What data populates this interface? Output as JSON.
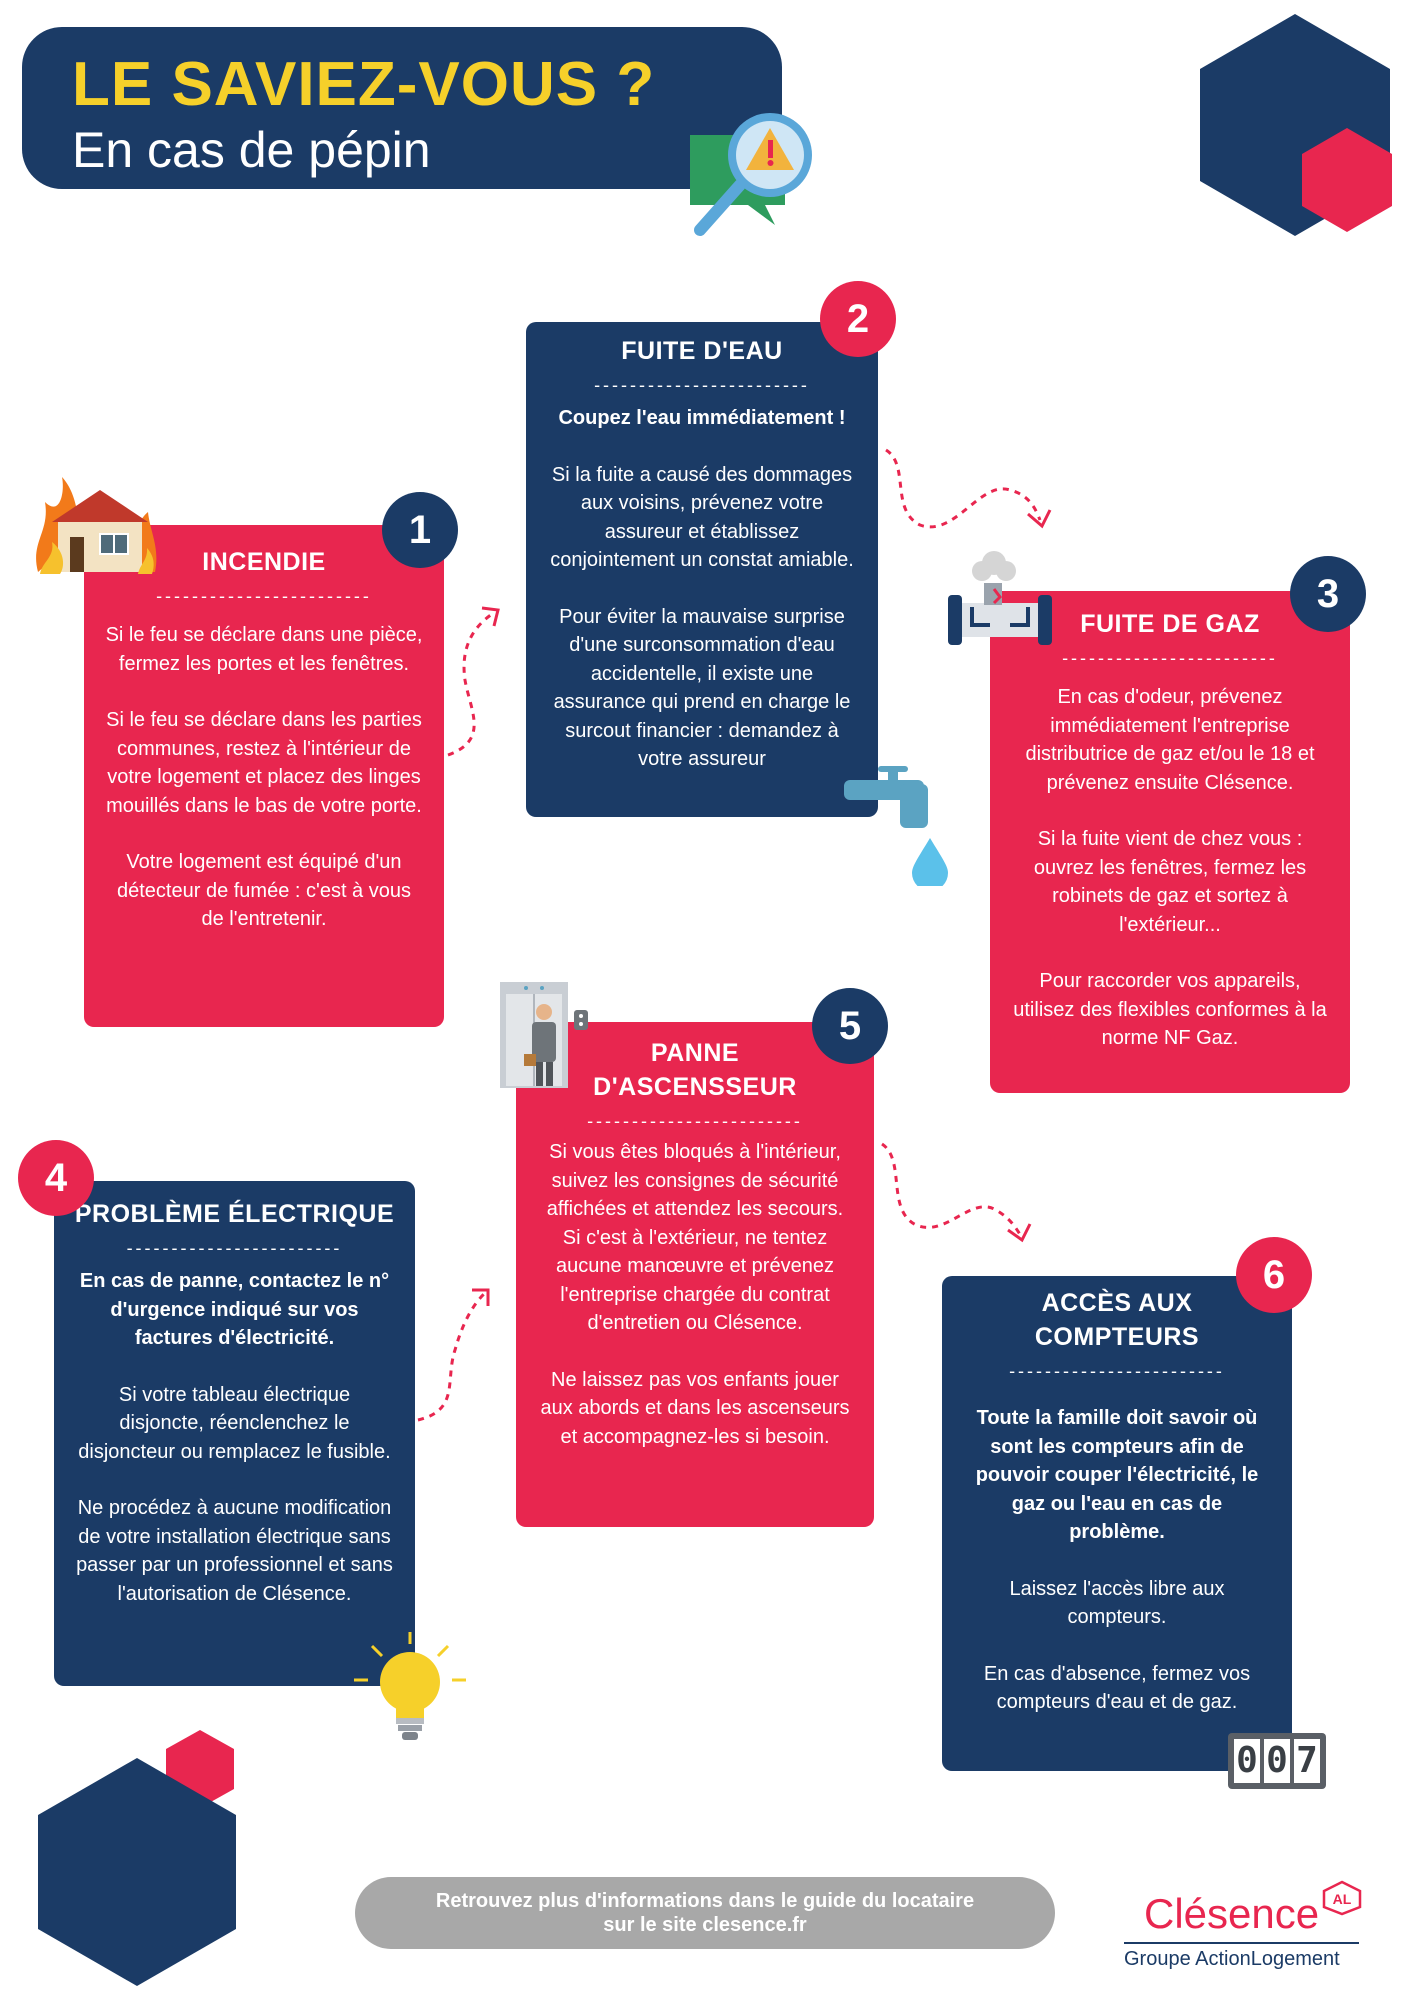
{
  "header": {
    "title": "LE SAVIEZ-VOUS ?",
    "subtitle": "En cas de pépin"
  },
  "colors": {
    "navy": "#1b3b66",
    "red": "#e8264f",
    "yellow": "#f6d02a",
    "grey": "#a8a8a8"
  },
  "separator": "------------------------",
  "cards": {
    "incendie": {
      "number": "1",
      "title": "INCENDIE",
      "p1": "Si le feu se déclare dans une pièce, fermez les portes et les fenêtres.",
      "p2": "Si le feu se déclare dans les parties communes, restez à l'intérieur de votre logement et placez des linges mouillés dans le bas de votre porte.",
      "p3": "Votre logement est équipé d'un détecteur de fumée : c'est à vous de l'entretenir."
    },
    "fuite_eau": {
      "number": "2",
      "title": "FUITE D'EAU",
      "lead": "Coupez l'eau immédiatement !",
      "p1": "Si la fuite a causé des dommages aux voisins, prévenez votre assureur et établissez conjointement un constat amiable.",
      "p2": "Pour éviter la mauvaise surprise d'une surconsommation d'eau accidentelle, il existe une assurance qui prend en charge le surcout financier : demandez à votre assureur"
    },
    "fuite_gaz": {
      "number": "3",
      "title": "FUITE DE GAZ",
      "p1": "En cas d'odeur, prévenez immédiatement l'entreprise distributrice de gaz et/ou le 18 et prévenez ensuite Clésence.",
      "p2": "Si la fuite vient de chez vous : ouvrez les fenêtres, fermez les robinets de gaz et sortez à l'extérieur...",
      "p3": "Pour raccorder vos appareils, utilisez des flexibles conformes à la norme NF Gaz."
    },
    "electrique": {
      "number": "4",
      "title": "PROBLÈME ÉLECTRIQUE",
      "lead": "En cas de panne, contactez le n° d'urgence indiqué sur vos factures d'électricité.",
      "p1": "Si votre tableau électrique disjoncte, réenclenchez le disjoncteur ou remplacez le fusible.",
      "p2": "Ne procédez à aucune modification de votre installation électrique sans passer par un professionnel et sans l'autorisation de Clésence."
    },
    "ascenseur": {
      "number": "5",
      "title_line1": "PANNE",
      "title_line2": "D'ASCENSSEUR",
      "p1": "Si vous êtes bloqués à l'intérieur, suivez les consignes de sécurité affichées et attendez les secours. Si c'est à l'extérieur, ne tentez aucune manœuvre et prévenez l'entreprise chargée du contrat d'entretien ou Clésence.",
      "p2": "Ne laissez pas vos enfants jouer aux abords et dans les ascenseurs et accompagnez-les si besoin."
    },
    "compteurs": {
      "number": "6",
      "title_line1": "ACCÈS AUX",
      "title_line2": "COMPTEURS",
      "lead": "Toute la famille doit savoir où sont les compteurs afin de pouvoir couper l'électricité, le gaz ou l'eau en cas de problème.",
      "p1": "Laissez l'accès libre aux compteurs.",
      "p2": "En cas d'absence, fermez vos compteurs d'eau et de gaz.",
      "meter_digits": [
        "0",
        "0",
        "7"
      ]
    }
  },
  "footer": {
    "line1": "Retrouvez plus d'informations dans le guide du locataire",
    "line2": "sur le site clesence.fr"
  },
  "logo": {
    "brand": "Clésence",
    "badge": "AL",
    "group": "Groupe ActionLogement"
  },
  "icons": [
    "warning-magnifier-icon",
    "house-fire-icon",
    "water-tap-icon",
    "gas-pipe-icon",
    "elevator-icon",
    "light-bulb-icon",
    "meter-counter-icon"
  ]
}
